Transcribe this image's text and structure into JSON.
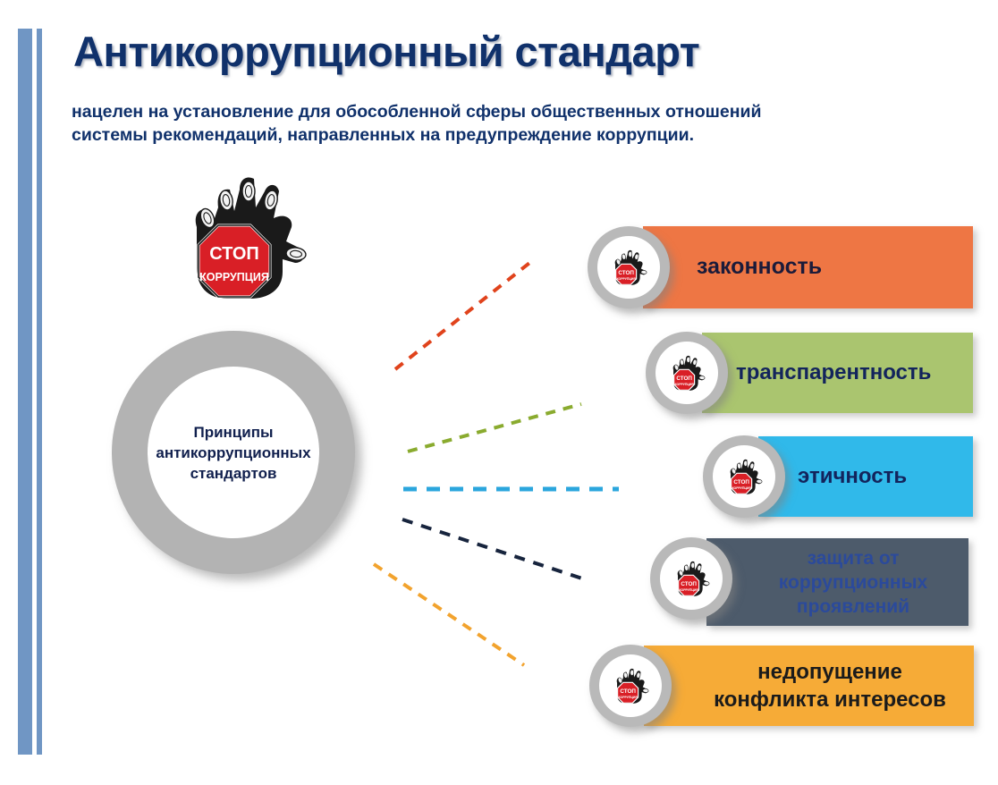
{
  "slide": {
    "title": "Антикоррупционный стандарт",
    "subtitle_line1": "нацелен на установление для обособленной сферы общественных отношений",
    "subtitle_line2": "системы рекомендаций, направленных на предупреждение коррупции.",
    "title_color": "#10316b",
    "accent_bar_color": "#7096c4",
    "background": "#ffffff"
  },
  "logo": {
    "name": "stop-corruption-hand-logo",
    "sign_line1": "СТОП",
    "sign_line2": "КОРРУПЦИЯ",
    "sign_color": "#d91f26",
    "hand_color": "#1a1a1a"
  },
  "hub": {
    "label": "Принципы антикоррупционных стандартов",
    "ring_color": "#b3b3b3",
    "inner_color": "#ffffff",
    "text_color": "#11204e"
  },
  "principles": [
    {
      "id": "zakonnost",
      "label": "законность",
      "lines": [
        "законность"
      ],
      "bar_color": "#ee7644",
      "text_color": "#1b1b3a",
      "text_align": "left",
      "connector_color": "#e0431c",
      "badge_ring_color": "#b9b9b9"
    },
    {
      "id": "transparentnost",
      "label": "транспарентность",
      "lines": [
        "транспарентность"
      ],
      "bar_color": "#aac56f",
      "text_color": "#13245c",
      "text_align": "left",
      "connector_color": "#8aab2f",
      "badge_ring_color": "#b9b9b9"
    },
    {
      "id": "etichnost",
      "label": "этичность",
      "lines": [
        "этичность"
      ],
      "bar_color": "#30b9ea",
      "text_color": "#13245c",
      "text_align": "left",
      "connector_color": "#2ba6dd",
      "badge_ring_color": "#b9b9b9"
    },
    {
      "id": "zashchita",
      "label": "защита от коррупционных проявлений",
      "lines": [
        "защита от",
        "коррупционных",
        "проявлений"
      ],
      "bar_color": "#4d5b6b",
      "text_color": "#2b4a9b",
      "text_align": "center",
      "connector_color": "#17243d",
      "badge_ring_color": "#b9b9b9"
    },
    {
      "id": "konflikt-interesov",
      "label": "недопущение конфликта интересов",
      "lines": [
        "недопущение",
        "конфликта интересов"
      ],
      "bar_color": "#f6ab37",
      "text_color": "#1b1b1b",
      "text_align": "center",
      "connector_color": "#f2a32e",
      "badge_ring_color": "#b9b9b9"
    }
  ]
}
